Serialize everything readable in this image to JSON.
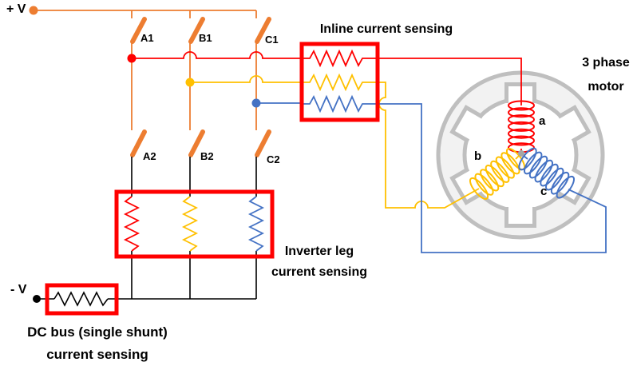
{
  "diagram": {
    "power": {
      "positive_rail_label": "+ V",
      "negative_rail_label": "- V"
    },
    "switches": {
      "a1": "A1",
      "b1": "B1",
      "c1": "C1",
      "a2": "A2",
      "b2": "B2",
      "c2": "C2"
    },
    "sensing": {
      "inline": {
        "title": "Inline current sensing"
      },
      "inverter_leg": {
        "title_line1": "Inverter leg",
        "title_line2": "current sensing"
      },
      "dc_bus": {
        "title_line1": "DC bus (single shunt)",
        "title_line2": "current sensing"
      }
    },
    "motor": {
      "title_line1": "3 phase",
      "title_line2": "motor",
      "coil_a_label": "a",
      "coil_b_label": "b",
      "coil_c_label": "c"
    }
  },
  "colors": {
    "switch_orange": "#ED7D31",
    "phase_a_red": "#FF0000",
    "phase_b_yellow": "#FFC000",
    "phase_c_blue": "#4472C4",
    "highlight_box_red": "#FF0000",
    "motor_gray_stroke": "#BFBFBF",
    "motor_gray_fill": "#F2F2F2",
    "neutral_dot_gray": "#A6A6A6",
    "wire_black": "#000000"
  }
}
